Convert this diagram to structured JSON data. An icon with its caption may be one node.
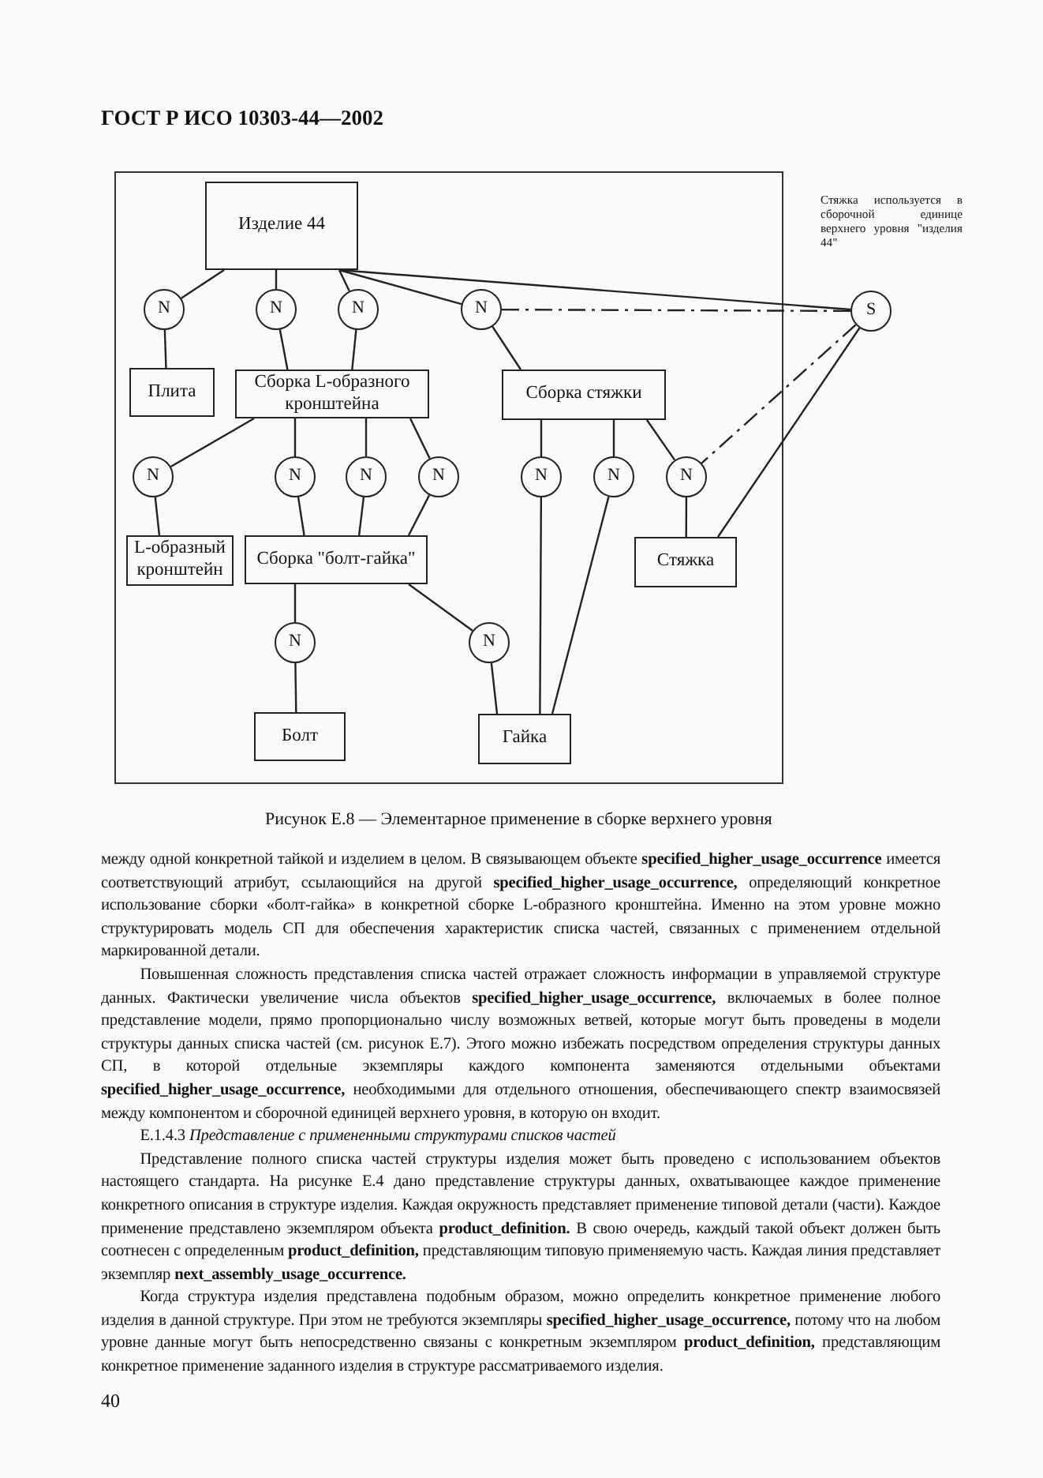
{
  "diagram": {
    "title": "ГОСТ Р ИСО 10303-44—2002",
    "caption": "Рисунок Е.8 — Элементарное применение в сборке верхнего уровня",
    "nodes": [
      {
        "text": [
          "Изделие 44"
        ]
      },
      {
        "text": [
          "N"
        ]
      },
      {
        "text": [
          "N"
        ]
      },
      {
        "text": [
          "N"
        ]
      },
      {
        "text": [
          "N"
        ]
      },
      {
        "text": [
          "S"
        ]
      },
      {
        "text": [
          "Плита"
        ]
      },
      {
        "text": [
          "Сборка L-образного кронштейна"
        ]
      },
      {
        "text": [
          "Сборка стяжки"
        ]
      },
      {
        "text": [
          "N"
        ]
      },
      {
        "text": [
          "N"
        ]
      },
      {
        "text": [
          "N"
        ]
      },
      {
        "text": [
          "N"
        ]
      },
      {
        "text": [
          "N"
        ]
      },
      {
        "text": [
          "N"
        ]
      },
      {
        "text": [
          "N"
        ]
      },
      {
        "text": [
          "L-образный кронштейн"
        ]
      },
      {
        "text": [
          "Сборка \"болт-гайка\""
        ]
      },
      {
        "text": [
          "Стяжка"
        ]
      },
      {
        "text": [
          "N"
        ]
      },
      {
        "text": [
          "N"
        ]
      },
      {
        "text": [
          "Болт"
        ]
      },
      {
        "text": [
          "Гайка"
        ]
      }
    ],
    "edges": [
      {
        "from": 0,
        "to": 1,
        "arrow": "none"
      },
      {
        "from": 0,
        "to": 2,
        "arrow": "none"
      },
      {
        "from": 0,
        "to": 3,
        "arrow": "none"
      },
      {
        "from": 0,
        "to": 4,
        "arrow": "none"
      },
      {
        "from": 0,
        "to": 5,
        "arrow": "none"
      },
      {
        "from": 1,
        "to": 6,
        "arrow": "none"
      },
      {
        "from": 2,
        "to": 7,
        "arrow": "none"
      },
      {
        "from": 3,
        "to": 7,
        "arrow": "none"
      },
      {
        "from": 4,
        "to": 8,
        "arrow": "none"
      },
      {
        "from": 4,
        "to": 5,
        "arrow": "none",
        "style": "dashed"
      },
      {
        "from": 5,
        "to": 15,
        "arrow": "none",
        "style": "dashed"
      },
      {
        "from": 5,
        "to": 18,
        "arrow": "none"
      },
      {
        "from": 7,
        "to": 9,
        "arrow": "none"
      },
      {
        "from": 7,
        "to": 10,
        "arrow": "none"
      },
      {
        "from": 7,
        "to": 11,
        "arrow": "none"
      },
      {
        "from": 7,
        "to": 12,
        "arrow": "none"
      },
      {
        "from": 8,
        "to": 13,
        "arrow": "none"
      },
      {
        "from": 8,
        "to": 14,
        "arrow": "none"
      },
      {
        "from": 8,
        "to": 15,
        "arrow": "none"
      },
      {
        "from": 9,
        "to": 16,
        "arrow": "none"
      },
      {
        "from": 10,
        "to": 17,
        "arrow": "none"
      },
      {
        "from": 11,
        "to": 17,
        "arrow": "none"
      },
      {
        "from": 12,
        "to": 17,
        "arrow": "none"
      },
      {
        "from": 13,
        "to": 22,
        "arrow": "none"
      },
      {
        "from": 14,
        "to": 22,
        "arrow": "none"
      },
      {
        "from": 15,
        "to": 18,
        "arrow": "none"
      },
      {
        "from": 17,
        "to": 19,
        "arrow": "none"
      },
      {
        "from": 17,
        "to": 20,
        "arrow": "none"
      },
      {
        "from": 19,
        "to": 21,
        "arrow": "none"
      },
      {
        "from": 20,
        "to": 22,
        "arrow": "none"
      }
    ],
    "labels": [
      "Стяжка используется в сборочной единице верхнего уровня \"изделия 44\"",
      "между одной конкретной тайкой и изделием в целом. В связывающем объекте **specified_higher_usage_occurrence** имеется соответствующий атрибут, ссылающийся на другой **specified_higher_usage_occurrence,** определяющий конкретное использование сборки «болт-гайка» в конкретной сборке L-образного кронштейна. Именно на этом уровне можно структурировать модель СП для обеспечения характеристик списка частей, связанных с применением отдельной маркированной детали.",
      "Повышенная сложность представления списка частей отражает сложность информации в управляемой структуре данных. Фактически увеличение числа объектов **specified_higher_usage_occurrence,** включаемых в более полное представление модели, прямо пропорционально числу возможных ветвей, которые могут быть проведены в модели структуры данных списка частей (см. рисунок Е.7). Этого можно избежать посредством определения структуры данных СП, в которой отдельные экземпляры каждого компонента заменяются отдельными объектами **specified_higher_usage_occurrence,** необходимыми для отдельного отношения, обеспечивающего спектр взаимосвязей между компонентом и сборочной единицей верхнего уровня, в которую он входит.",
      "Е.1.4.3 *Представление с примененными структурами списков частей*",
      "Представление полного списка частей структуры изделия может быть проведено с использованием объектов настоящего стандарта. На рисунке Е.4 дано представление структуры данных, охватывающее каждое применение конкретного описания в структуре изделия. Каждая окружность представляет применение типовой детали (части). Каждое применение представлено экземпляром объекта **product_definition.** В свою очередь, каждый такой объект должен быть соотнесен с определенным **product_definition,** представляющим типовую применяемую часть. Каждая линия представляет экземпляр **next_assembly_usage_occurrence.**",
      "Когда структура изделия представлена подобным образом, можно определить конкретное применение любого изделия в данной структуре. При этом не требуются экземпляры **specified_higher_usage_occurrence,** потому что на любом уровне данные могут быть непосредственно связаны с конкретным экземпляром **product_definition,** представляющим конкретное применение заданного изделия в структуре рассматриваемого изделия.",
      "40"
    ]
  }
}
